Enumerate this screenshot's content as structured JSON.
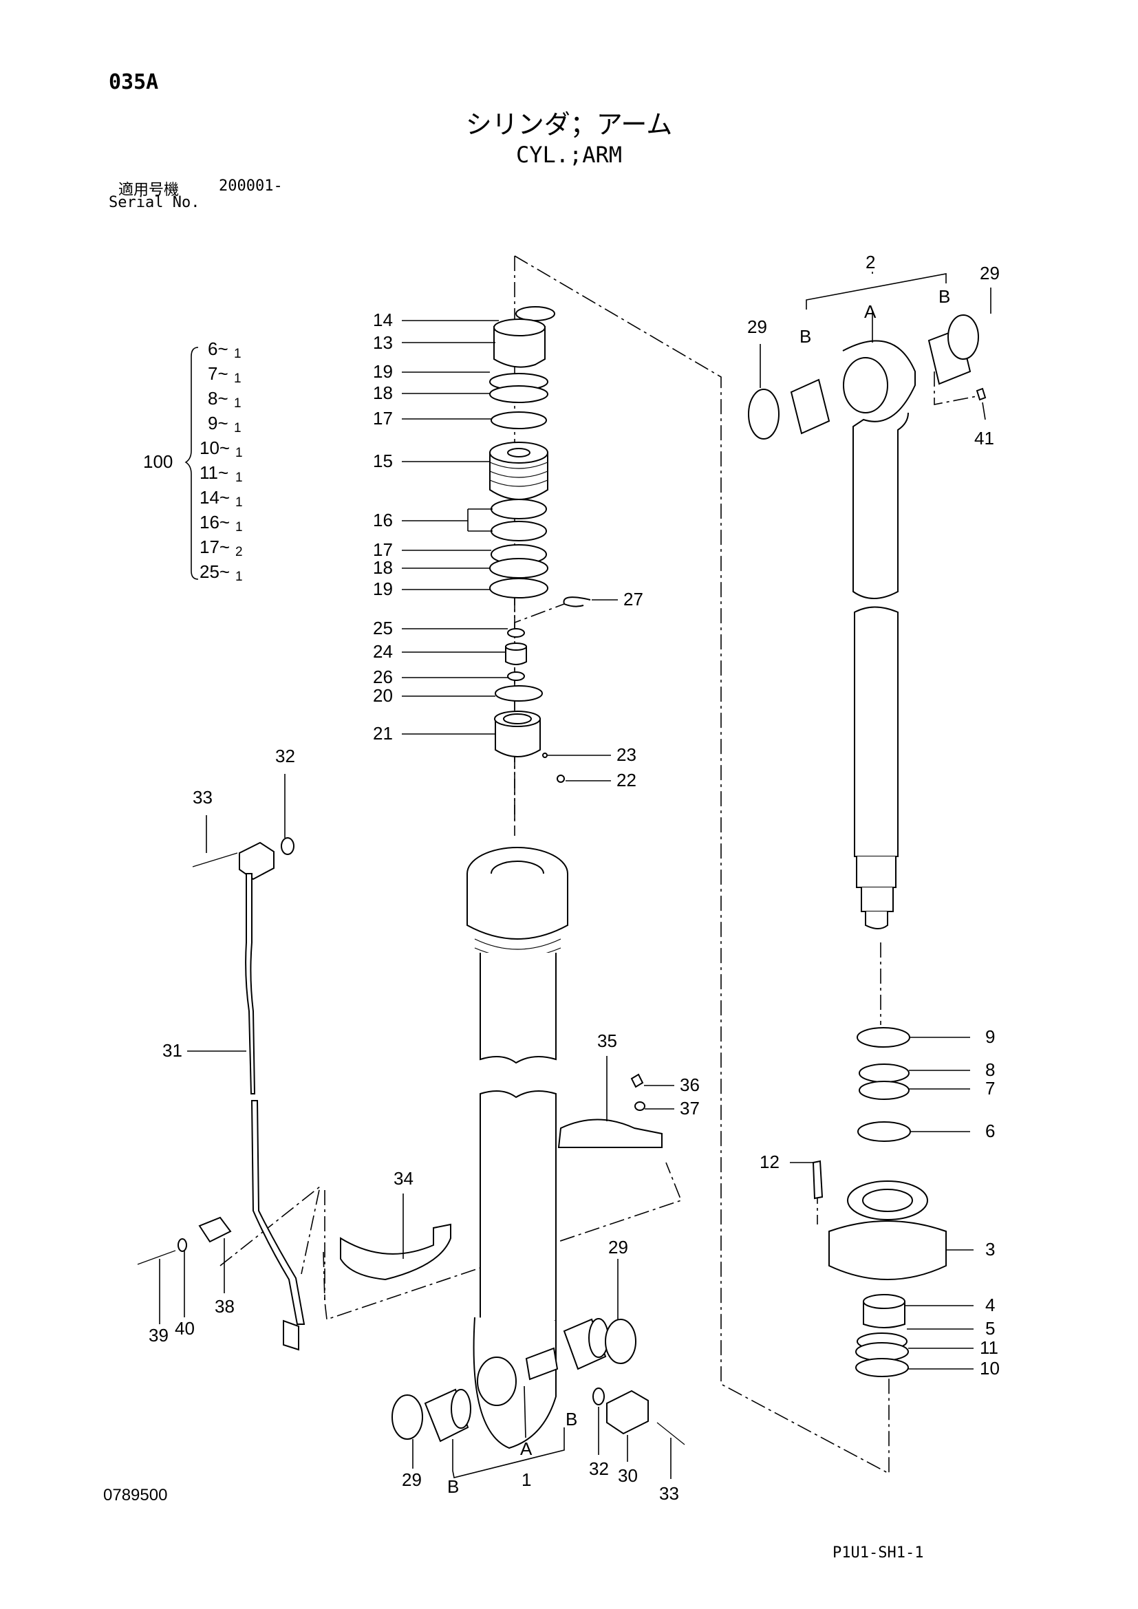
{
  "header": {
    "page_code": "035A",
    "title_jp": "シリンダ；アーム",
    "title_en": "CYL.;ARM",
    "serial_label_jp": "適用号機",
    "serial_value": "200001-",
    "serial_label_en": "Serial No."
  },
  "kit": {
    "number": "100",
    "items": [
      {
        "part": "6~",
        "qty": "1"
      },
      {
        "part": "7~",
        "qty": "1"
      },
      {
        "part": "8~",
        "qty": "1"
      },
      {
        "part": "9~",
        "qty": "1"
      },
      {
        "part": "10~",
        "qty": "1"
      },
      {
        "part": "11~",
        "qty": "1"
      },
      {
        "part": "14~",
        "qty": "1"
      },
      {
        "part": "16~",
        "qty": "1"
      },
      {
        "part": "17~",
        "qty": "2"
      },
      {
        "part": "25~",
        "qty": "1"
      }
    ]
  },
  "callouts": {
    "c14": "14",
    "c13": "13",
    "c19a": "19",
    "c18a": "18",
    "c17a": "17",
    "c15": "15",
    "c16": "16",
    "c17b": "17",
    "c18b": "18",
    "c19b": "19",
    "c27": "27",
    "c25": "25",
    "c24": "24",
    "c26": "26",
    "c20": "20",
    "c21": "21",
    "c23": "23",
    "c22": "22",
    "c32a": "32",
    "c33a": "33",
    "c31": "31",
    "c35": "35",
    "c36": "36",
    "c37": "37",
    "c34": "34",
    "c38": "38",
    "c39": "39",
    "c40": "40",
    "c29a": "29",
    "c29b": "29",
    "c1": "1",
    "cA1": "A",
    "cB1": "B",
    "cB2": "B",
    "c32b": "32",
    "c30": "30",
    "c33b": "33",
    "c2": "2",
    "cA2": "A",
    "cB3": "B",
    "cB4": "B",
    "c29c": "29",
    "c29d": "29",
    "c41": "41",
    "c9": "9",
    "c8": "8",
    "c7": "7",
    "c6": "6",
    "c12": "12",
    "c3": "3",
    "c4": "4",
    "c5": "5",
    "c11": "11",
    "c10": "10"
  },
  "footer": {
    "doc_number": "0789500",
    "sheet_code": "P1U1-SH1-1"
  }
}
